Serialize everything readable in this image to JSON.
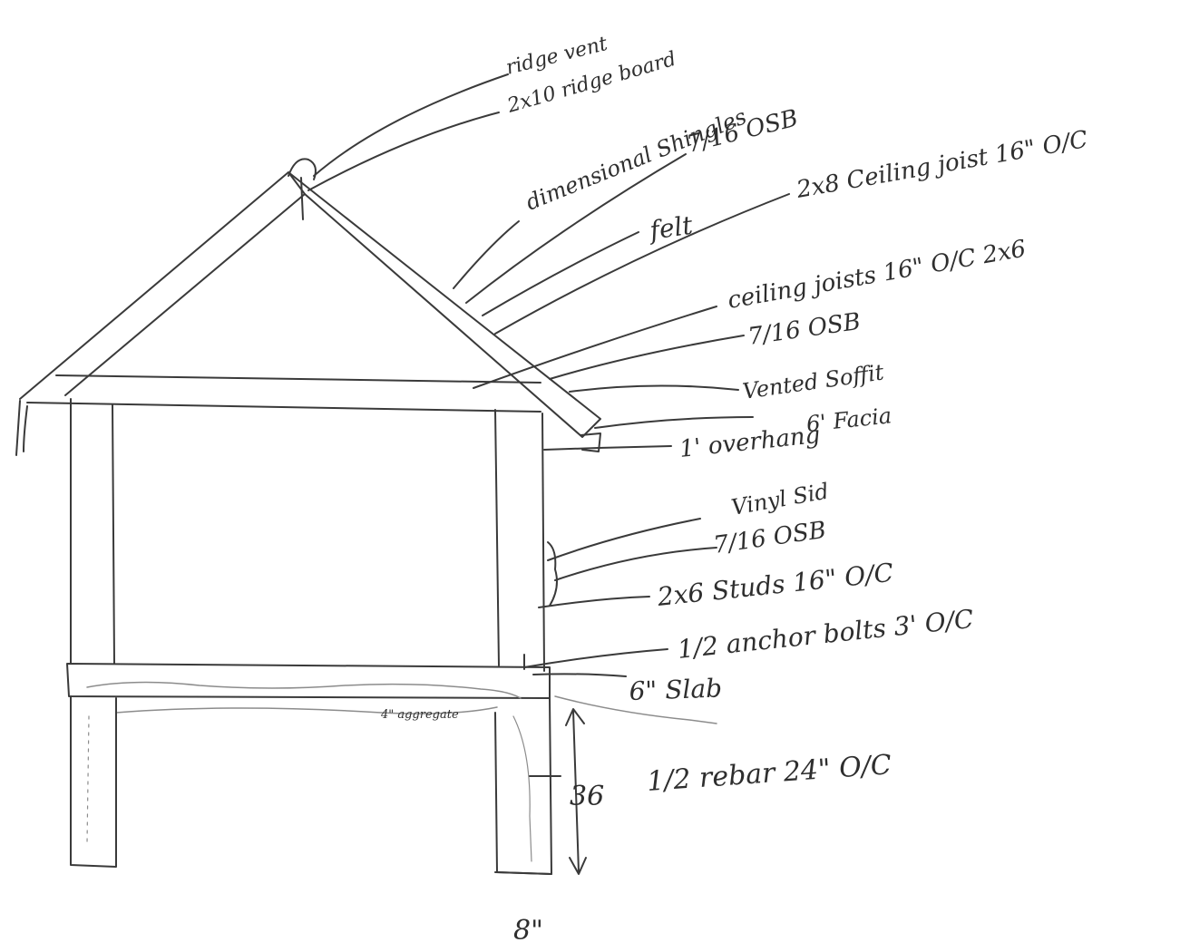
{
  "labels": {
    "ridge_vent": "ridge vent",
    "ridge_board": "2x10 ridge board",
    "dimensional_shingles": "dimensional Shingles",
    "roof_osb": "7/16 OSB",
    "felt": "felt",
    "ceiling_joist_2x8": "2x8 Ceiling joist 16\" O/C",
    "ceiling_joist_2x6": "ceiling joists 16\" O/C 2x6",
    "ceiling_osb": "7/16 OSB",
    "vented_soffit": "Vented Soffit",
    "fascia": "6' Facia",
    "overhang": "1' overhang",
    "vinyl_siding": "Vinyl Sid",
    "wall_osb": "7/16 OSB",
    "studs": "2x6 Studs 16\" O/C",
    "anchor_bolts": "1/2 anchor bolts 3' O/C",
    "slab": "6\" Slab",
    "aggregate": "4\" aggregate",
    "rebar": "1/2 rebar 24\" O/C",
    "footing_depth": "36",
    "footing_width": "8\""
  }
}
